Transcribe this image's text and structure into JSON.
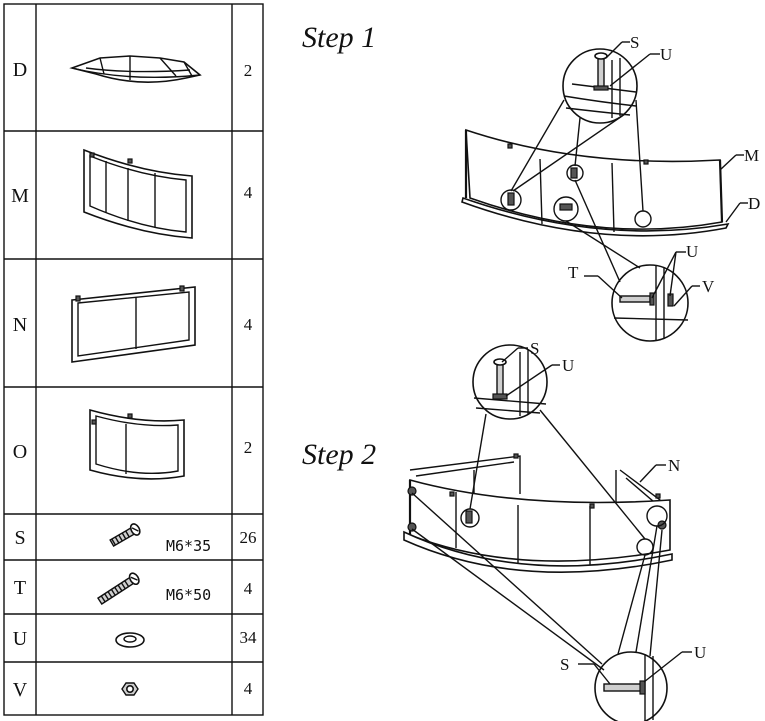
{
  "parts_table": {
    "rows": [
      {
        "letter": "D",
        "qty": "2",
        "size": "",
        "icon": "glass-shelf-icon"
      },
      {
        "letter": "M",
        "qty": "4",
        "size": "",
        "icon": "curved-panel-icon"
      },
      {
        "letter": "N",
        "qty": "4",
        "size": "",
        "icon": "flat-panel-icon"
      },
      {
        "letter": "O",
        "qty": "2",
        "size": "",
        "icon": "curved-door-icon"
      },
      {
        "letter": "S",
        "qty": "26",
        "size": "M6*35",
        "icon": "short-screw-icon"
      },
      {
        "letter": "T",
        "qty": "4",
        "size": "M6*50",
        "icon": "long-screw-icon"
      },
      {
        "letter": "U",
        "qty": "34",
        "size": "",
        "icon": "washer-icon"
      },
      {
        "letter": "V",
        "qty": "4",
        "size": "",
        "icon": "nut-icon"
      }
    ]
  },
  "step1": {
    "title": "Step 1",
    "callouts": {
      "s": "S",
      "u_top": "U",
      "m": "M",
      "d": "D",
      "u_bottom": "U",
      "t": "T",
      "v": "V"
    }
  },
  "step2": {
    "title": "Step 2",
    "callouts": {
      "s_top": "S",
      "u_top": "U",
      "n": "N",
      "s_bottom": "S",
      "u_bottom": "U"
    }
  }
}
